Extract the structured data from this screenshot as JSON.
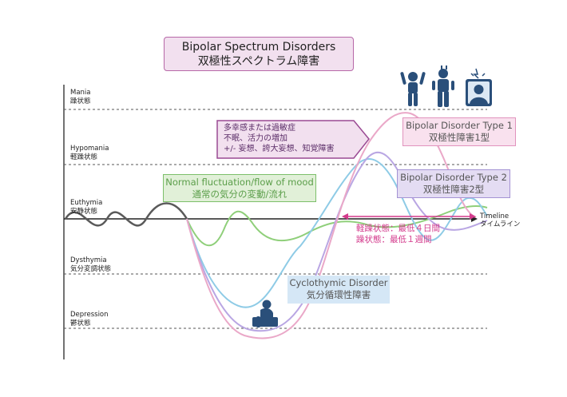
{
  "title": {
    "en": "Bipolar Spectrum Disorders",
    "ja": "双極性スペクトラム障害"
  },
  "levels": [
    {
      "en": "Mania",
      "ja": "躁状態"
    },
    {
      "en": "Hypomania",
      "ja": "軽躁状態"
    },
    {
      "en": "Euthymia",
      "ja": "安静状態"
    },
    {
      "en": "Dysthymia",
      "ja": "気分変調状態"
    },
    {
      "en": "Depression",
      "ja": "鬱状態"
    }
  ],
  "symptoms": {
    "line1": "多幸感または過敏症",
    "line2": "不眠、活力の増加",
    "line3": "+/- 妄想、誇大妄想、知覚障害"
  },
  "normal": {
    "en": "Normal fluctuation/flow of mood",
    "ja": "通常の気分の変動/流れ"
  },
  "bipolar1": {
    "en": "Bipolar Disorder Type 1",
    "ja": "双極性障害1型"
  },
  "bipolar2": {
    "en": "Bipolar Disorder Type 2",
    "ja": "双極性障害2型"
  },
  "cyclothymic": {
    "en": "Cyclothymic Disorder",
    "ja": "気分循環性障害"
  },
  "timeline": {
    "en": "Timeline",
    "ja": "タイムライン"
  },
  "duration": {
    "line1": "軽躁状態：最低４日間",
    "line2": "躁状態：最低１週間"
  },
  "colors": {
    "normal": "#8fcf7a",
    "bipolar1": "#eaa8c8",
    "bipolar2": "#b9a6e3",
    "cyclothymic": "#8ecbe6",
    "gray": "#5a5a5a",
    "duration": "#d33a8c",
    "icon": "#2a4f7a"
  },
  "icons": [
    "figure-raised-arms-icon",
    "figure-energetic-icon",
    "person-alarm-icon",
    "depressed-person-icon"
  ]
}
